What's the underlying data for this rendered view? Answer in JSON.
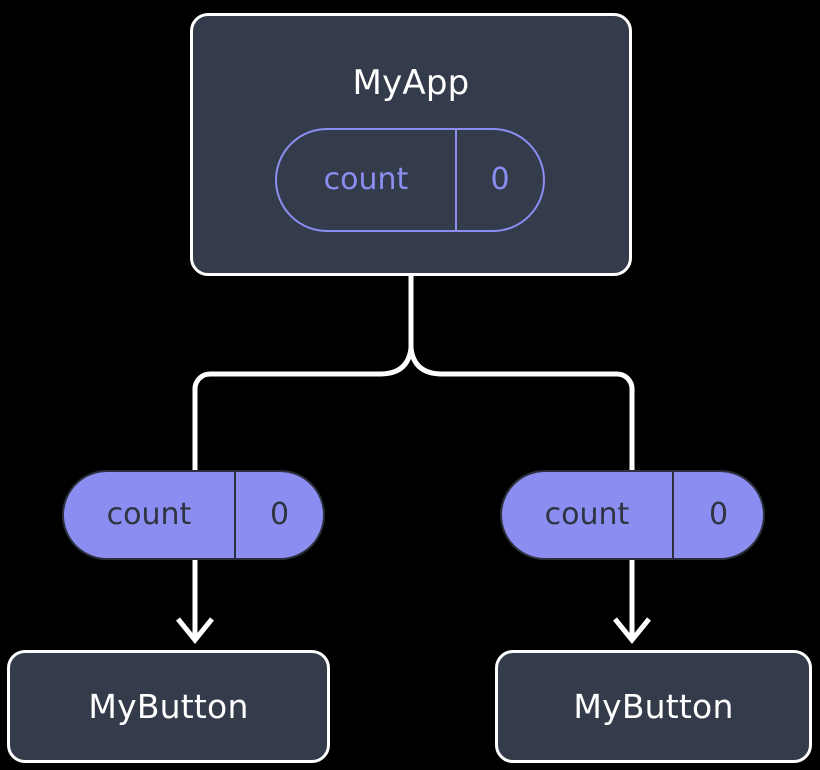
{
  "diagram": {
    "title": "React component state flow tree",
    "background_color": "#000000",
    "colors": {
      "component_fill": "#343b4a",
      "component_border": "#ffffff",
      "component_text": "#ffffff",
      "state_accent": "#8b8ef0",
      "state_text_on_fill": "#2f3441",
      "connector": "#ffffff"
    }
  },
  "root": {
    "component_name": "MyApp",
    "state": {
      "key_label": "count",
      "value_label": "0"
    }
  },
  "children": [
    {
      "props": {
        "key_label": "count",
        "value_label": "0"
      },
      "component_name": "MyButton"
    },
    {
      "props": {
        "key_label": "count",
        "value_label": "0"
      },
      "component_name": "MyButton"
    }
  ]
}
